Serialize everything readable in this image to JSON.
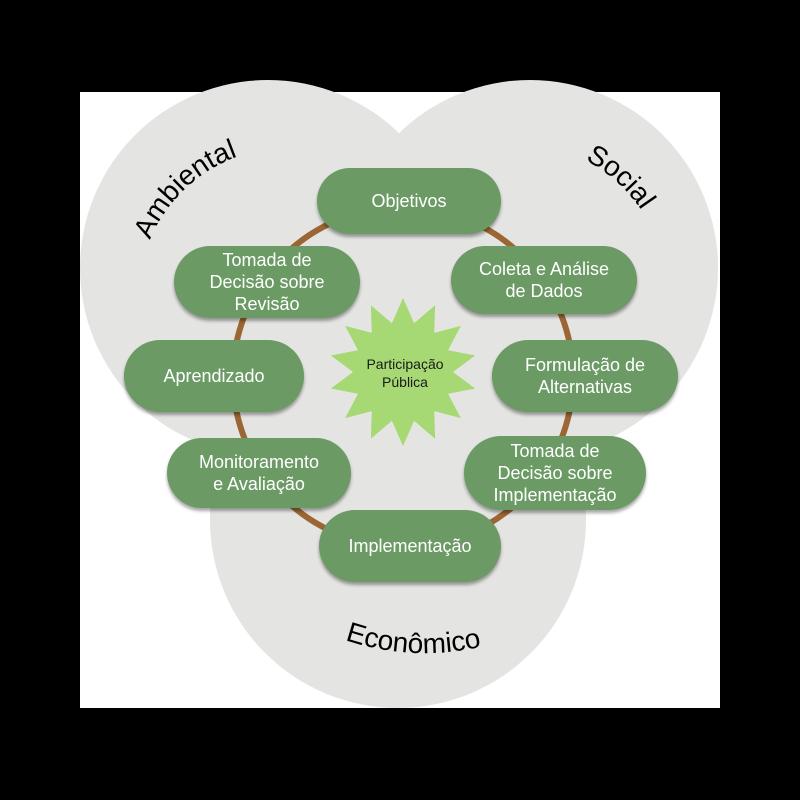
{
  "dimensions": {
    "ambiental": "Ambiental",
    "social": "Social",
    "economico": "Econômico"
  },
  "center": {
    "label": "Participação\nPública"
  },
  "steps": [
    "Objetivos",
    "Coleta e Análise\nde Dados",
    "Formulação de\nAlternativas",
    "Tomada de\nDecisão sobre\nImplementação",
    "Implementação",
    "Monitoramento\ne Avaliação",
    "Aprendizado",
    "Tomada de\nDecisão sobre\nRevisão"
  ],
  "colors": {
    "circle_fill": "#e4e4e2",
    "pill_fill": "#6b9a65",
    "cycle_ring": "#9c6634",
    "star_fill": "#a6d873"
  }
}
